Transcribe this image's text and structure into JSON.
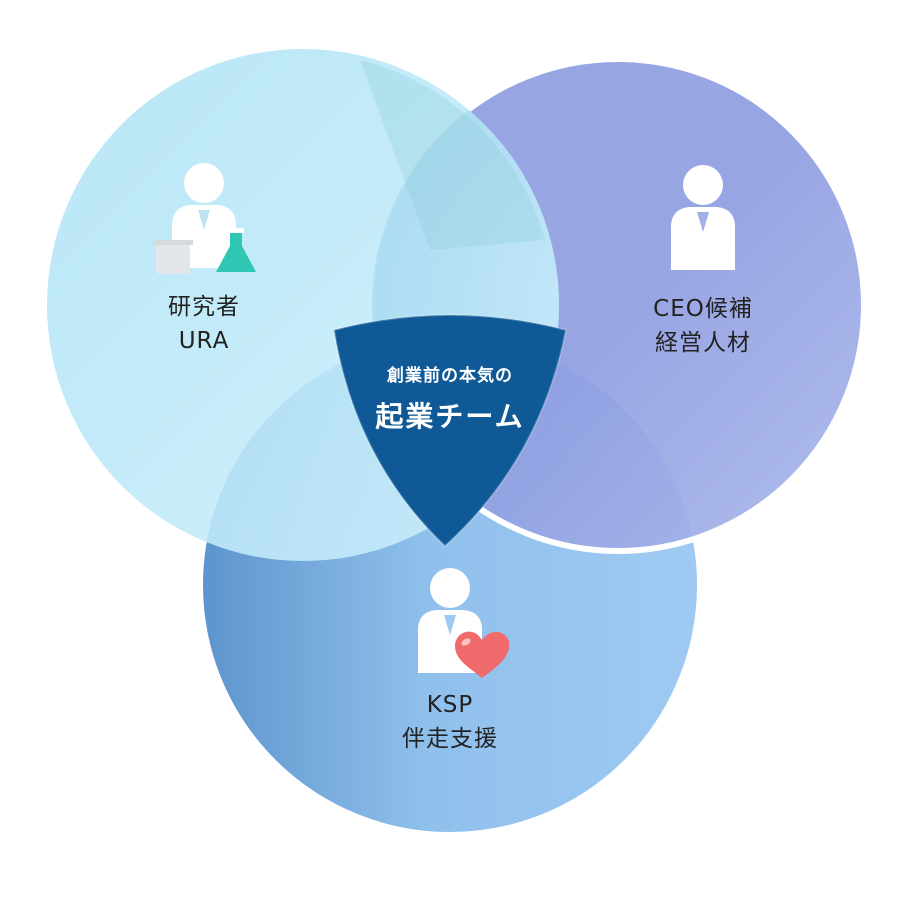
{
  "circles": {
    "researcher": {
      "line1": "研究者",
      "line2": "URA"
    },
    "ceo": {
      "line1": "CEO候補",
      "line2": "経営人材"
    },
    "ksp": {
      "line1": "KSP",
      "line2": "伴走支援"
    }
  },
  "center": {
    "subtitle": "創業前の本気の",
    "title": "起業チーム"
  },
  "colors": {
    "researcher_circle": "#b4e6f5",
    "ceo_circle": "#8f9fe0",
    "ksp_circle": "#7fb3e6",
    "center_shield": "#0f5a96",
    "person_icon": "#ffffff",
    "flask": "#2fc7b4",
    "heart": "#ef6b6b"
  },
  "icons": {
    "researcher": [
      "person-icon",
      "beaker-icon",
      "flask-icon"
    ],
    "ceo": [
      "person-icon"
    ],
    "ksp": [
      "person-icon",
      "heart-icon"
    ]
  }
}
